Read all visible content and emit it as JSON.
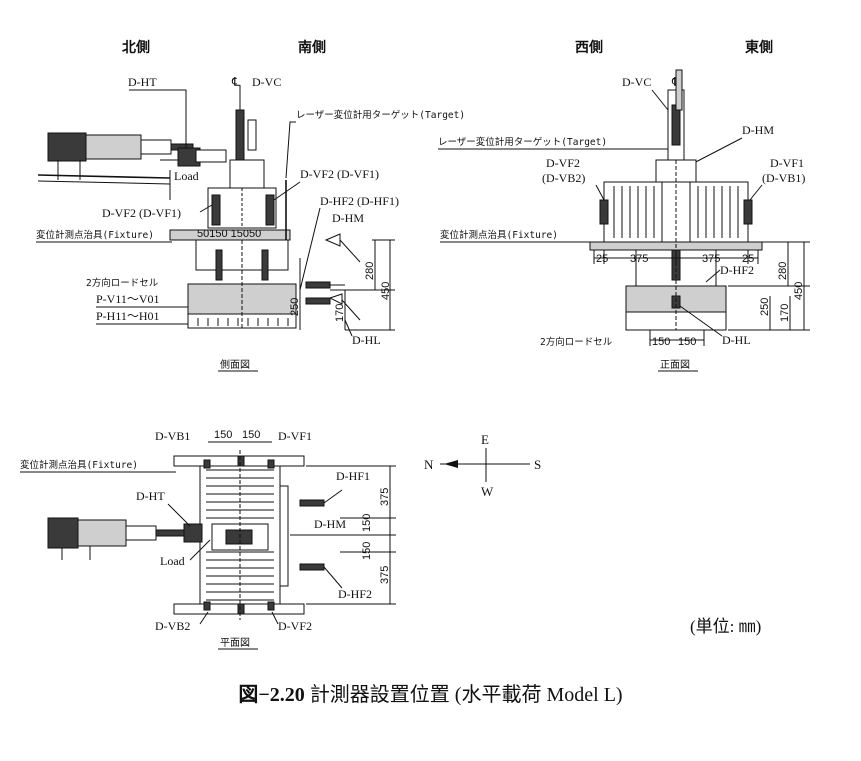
{
  "side_view": {
    "header_left": "北側",
    "header_right": "南側",
    "label_dht": "D-HT",
    "label_centerline": "℄",
    "label_dvc": "D-VC",
    "label_target": "レーザー変位計用ターゲット(Target)",
    "label_load": "Load",
    "label_dvf2_right": "D-VF2 (D-VF1)",
    "label_dvf2_left": "D-VF2 (D-VF1)",
    "label_dhf2": "D-HF2 (D-HF1)",
    "label_dhm": "D-HM",
    "label_fixture": "変位計測点治具(Fixture)",
    "dims_top": "50150 15050",
    "label_loadcell": "2方向ロードセル",
    "label_pv": "P-V11～V01",
    "label_ph": "P-H11～H01",
    "dim_280": "280",
    "dim_450": "450",
    "dim_250": "250",
    "dim_170": "170",
    "label_dhl": "D-HL",
    "caption": "側面図"
  },
  "front_view": {
    "header_left": "西側",
    "header_right": "東側",
    "label_dvc": "D-VC",
    "label_centerline": "℄",
    "label_target": "レーザー変位計用ターゲット(Target)",
    "label_dhm": "D-HM",
    "label_dvf2": "D-VF2",
    "label_dvb2": "(D-VB2)",
    "label_dvf1": "D-VF1",
    "label_dvb1": "(D-VB1)",
    "label_fixture": "変位計測点治具(Fixture)",
    "dim_25_left": "25",
    "dim_375_left": "375",
    "dim_375_right": "375",
    "dim_25_right": "25",
    "label_dhf2": "D-HF2",
    "dim_280": "280",
    "dim_450": "450",
    "dim_250": "250",
    "dim_170": "170",
    "label_loadcell": "2方向ロードセル",
    "dim_150_left": "150",
    "dim_150_right": "150",
    "label_dhl": "D-HL",
    "caption": "正面図"
  },
  "plan_view": {
    "label_dvb1": "D-VB1",
    "dim_150_a": "150",
    "dim_150_b": "150",
    "label_dvf1": "D-VF1",
    "label_fixture": "変位計測点治具(Fixture)",
    "label_dhf1": "D-HF1",
    "label_dht": "D-HT",
    "label_dhm": "D-HM",
    "label_load": "Load",
    "label_dhf2": "D-HF2",
    "dim_375_top": "375",
    "dim_150_top": "150",
    "dim_150_bottom": "150",
    "dim_375_bottom": "375",
    "label_dvb2": "D-VB2",
    "label_dvf2": "D-VF2",
    "caption": "平面図"
  },
  "compass": {
    "north": "N",
    "east": "E",
    "south": "S",
    "west": "W"
  },
  "unit": "(単位: ㎜)",
  "caption": {
    "number": "図−2.20",
    "text": "計測器設置位置 (水平載荷 Model L)"
  }
}
